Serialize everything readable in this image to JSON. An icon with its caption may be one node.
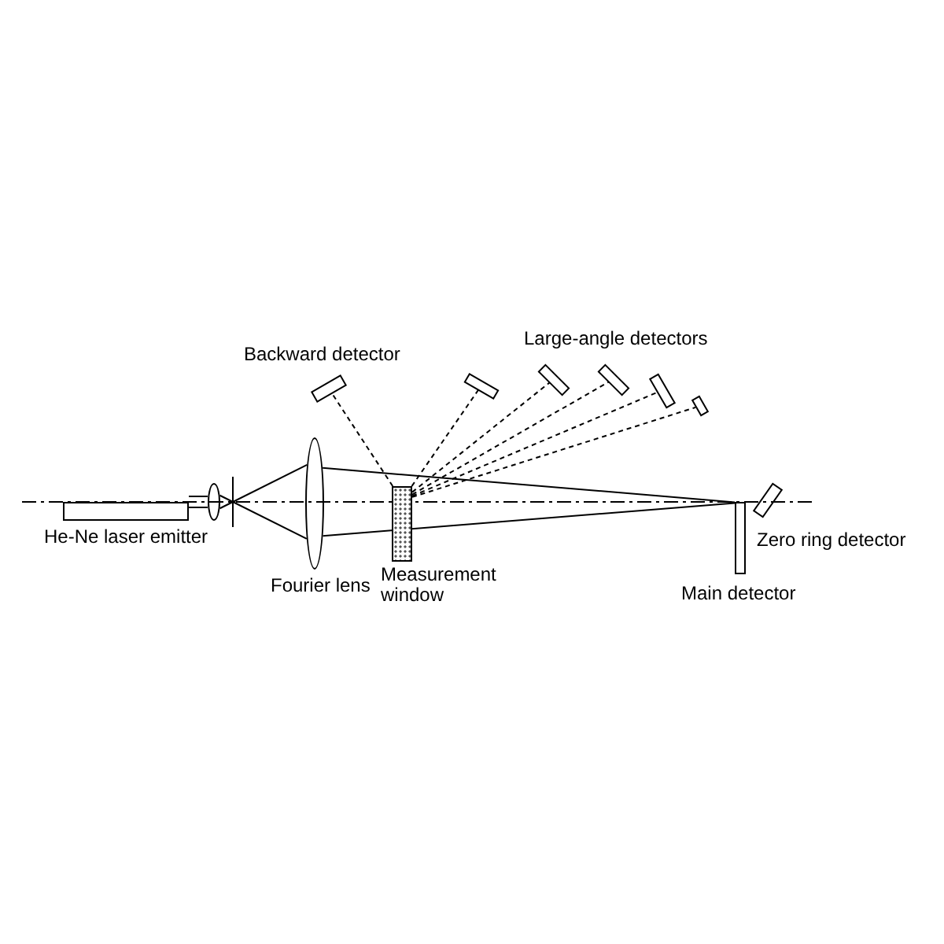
{
  "diagram": {
    "nodes": [
      {
        "text": [],
        "shape": "box",
        "beside": [
          "He-Ne laser emitter"
        ]
      },
      {
        "text": [],
        "shape": "ellipse"
      },
      {
        "text": [],
        "shape": "ellipse",
        "beside": [
          "Fourier lens"
        ]
      },
      {
        "text": [],
        "shape": "box",
        "beside": [
          "Backward detector"
        ]
      },
      {
        "text": [],
        "shape": "box",
        "beside": [
          "Measurement window"
        ]
      },
      {
        "text": [],
        "shape": "box"
      },
      {
        "text": [],
        "shape": "box"
      },
      {
        "text": [],
        "shape": "box"
      },
      {
        "text": [],
        "shape": "box"
      },
      {
        "text": [],
        "shape": "box"
      },
      {
        "text": [],
        "shape": "box",
        "beside": [
          "Main detector"
        ]
      },
      {
        "text": [],
        "shape": "box",
        "beside": [
          "Zero ring detector"
        ]
      }
    ],
    "edges": [
      {
        "from": 4,
        "to": 3,
        "arrow": "none",
        "style": "dashed"
      },
      {
        "from": 4,
        "to": 5,
        "arrow": "none",
        "style": "dashed"
      },
      {
        "from": 4,
        "to": 6,
        "arrow": "none",
        "style": "dashed"
      },
      {
        "from": 4,
        "to": 7,
        "arrow": "none",
        "style": "dashed"
      },
      {
        "from": 4,
        "to": 8,
        "arrow": "none",
        "style": "dashed"
      },
      {
        "from": 4,
        "to": 9,
        "arrow": "none",
        "style": "dashed"
      },
      {
        "from": 2,
        "to": 10,
        "arrow": "none"
      },
      {
        "from": 2,
        "to": 10,
        "arrow": "none"
      },
      {
        "from": 1,
        "to": 2,
        "arrow": "none"
      },
      {
        "from": 1,
        "to": 2,
        "arrow": "none"
      }
    ],
    "labels": [
      "Large-angle detectors"
    ]
  }
}
